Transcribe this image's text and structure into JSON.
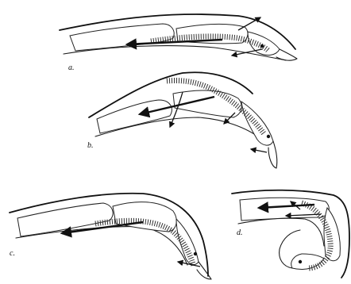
{
  "panels": [
    {
      "label": "a."
    },
    {
      "label": "b."
    },
    {
      "label": "c."
    },
    {
      "label": "d."
    }
  ],
  "colors": {
    "ink": "#111111",
    "paper": "#ffffff"
  }
}
